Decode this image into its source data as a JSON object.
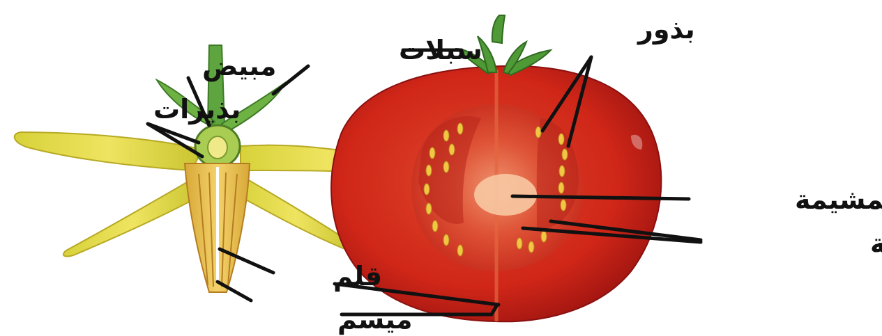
{
  "labels": {
    "sepals": "سبلات",
    "ovary": "مبيض",
    "ovules": "بذيرات",
    "seeds": "بذور",
    "placenta": "المشيمة",
    "umbilical_cords": "حبال سرية",
    "style": "قلم",
    "stigma": "ميسم"
  },
  "colors": {
    "tomato_red": "#d42a1b",
    "tomato_dark": "#a01510",
    "seed_yellow": "#f2c545",
    "petal_yellow": "#e7dc4a",
    "sepal_green": "#4f9a36",
    "line_black": "#111111"
  }
}
